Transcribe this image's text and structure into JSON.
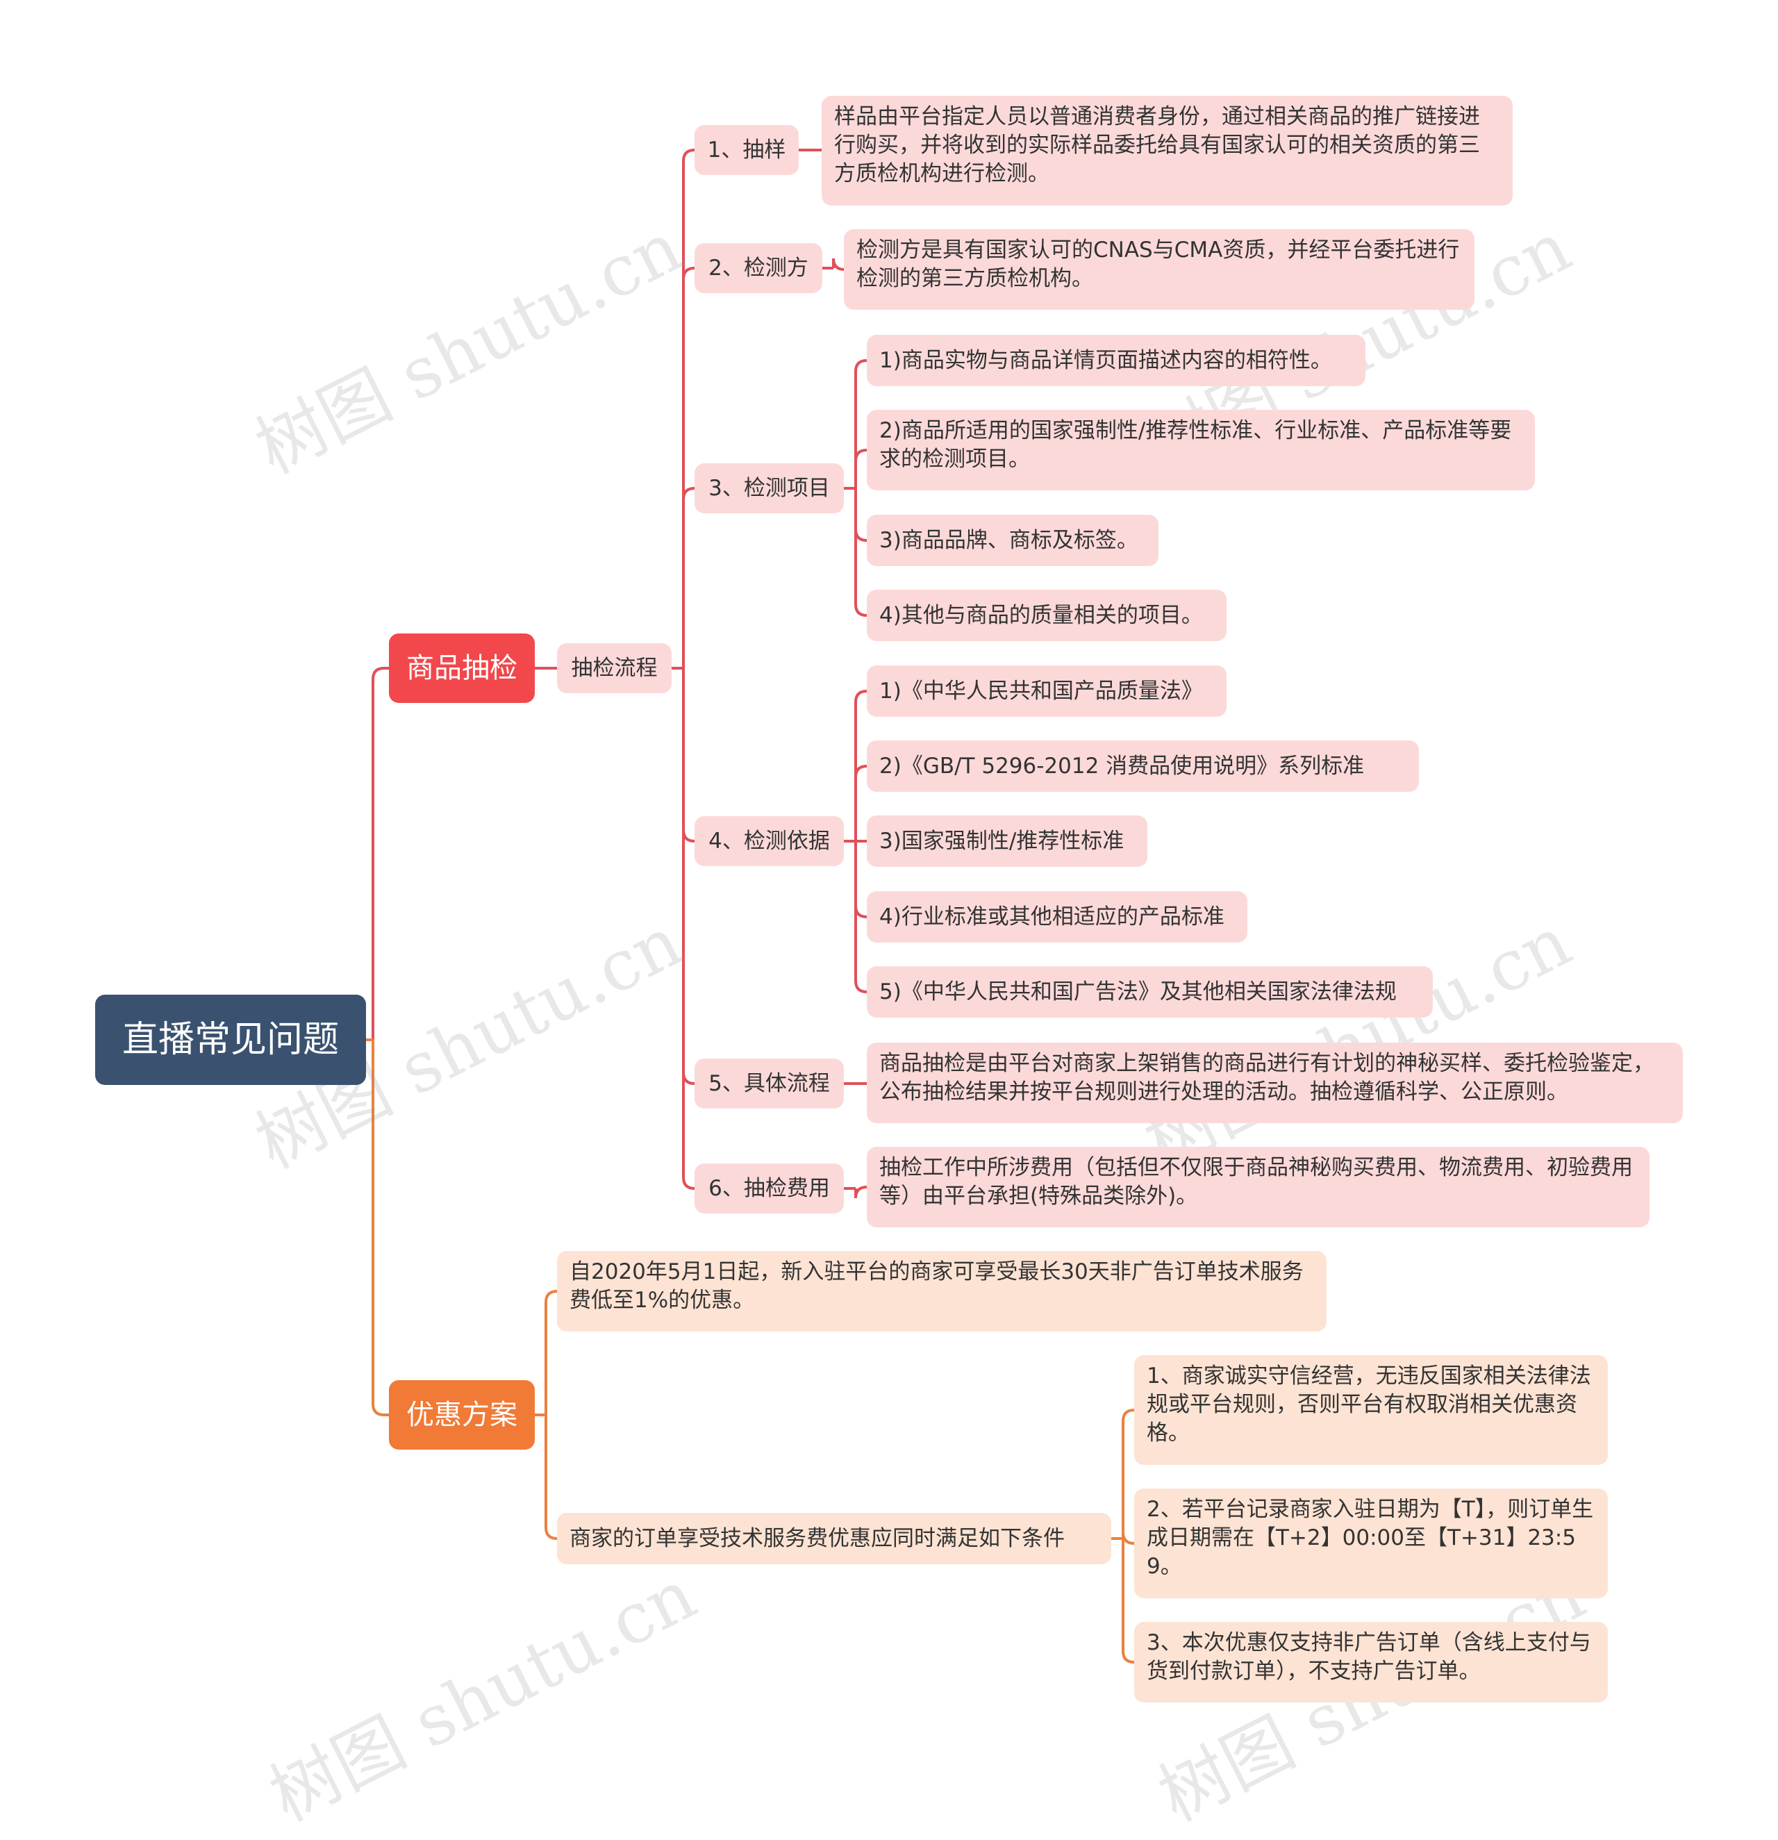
{
  "colors": {
    "root": "#3a5270",
    "branch_red": "#f2474b",
    "branch_orange": "#f07a36",
    "line_red": "#e05058",
    "line_orange": "#e9823f",
    "node_pink": "#fcd9d9",
    "node_peach": "#fde3d3"
  },
  "root": "直播常见问题",
  "branches": {
    "inspection": {
      "label": "商品抽检",
      "process": {
        "label": "抽检流程",
        "steps": [
          {
            "label": "1、抽样",
            "details": [
              "样品由平台指定人员以普通消费者身份，通过相关商品的推广链接进行购买，并将收到的实际样品委托给具有国家认可的相关资质的第三方质检机构进行检测。"
            ]
          },
          {
            "label": "2、检测方",
            "details": [
              "检测方是具有国家认可的CNAS与CMA资质，并经平台委托进行检测的第三方质检机构。"
            ]
          },
          {
            "label": "3、检测项目",
            "details": [
              "1)商品实物与商品详情页面描述内容的相符性。",
              "2)商品所适用的国家强制性/推荐性标准、行业标准、产品标准等要求的检测项目。",
              "3)商品品牌、商标及标签。",
              "4)其他与商品的质量相关的项目。"
            ]
          },
          {
            "label": "4、检测依据",
            "details": [
              "1)《中华人民共和国产品质量法》",
              "2)《GB/T 5296-2012 消费品使用说明》系列标准",
              "3)国家强制性/推荐性标准",
              "4)行业标准或其他相适应的产品标准",
              "5)《中华人民共和国广告法》及其他相关国家法律法规"
            ]
          },
          {
            "label": "5、具体流程",
            "details": [
              "商品抽检是由平台对商家上架销售的商品进行有计划的神秘买样、委托检验鉴定，公布抽检结果并按平台规则进行处理的活动。抽检遵循科学、公正原则。"
            ]
          },
          {
            "label": "6、抽检费用",
            "details": [
              "抽检工作中所涉费用（包括但不仅限于商品神秘购买费用、物流费用、初验费用等）由平台承担(特殊品类除外)。"
            ]
          }
        ]
      }
    },
    "discount": {
      "label": "优惠方案",
      "intro": "自2020年5月1日起，新入驻平台的商家可享受最长30天非广告订单技术服务费低至1%的优惠。",
      "conditions": {
        "label": "商家的订单享受技术服务费优惠应同时满足如下条件",
        "items": [
          "1、商家诚实守信经营，无违反国家相关法律法规或平台规则，否则平台有权取消相关优惠资格。",
          "2、若平台记录商家入驻日期为【T】，则订单生成日期需在【T+2】00:00至【T+31】23:59。",
          "3、本次优惠仅支持非广告订单（含线上支付与货到付款订单），不支持广告订单。"
        ]
      }
    }
  },
  "watermark": "树图 shutu.cn"
}
